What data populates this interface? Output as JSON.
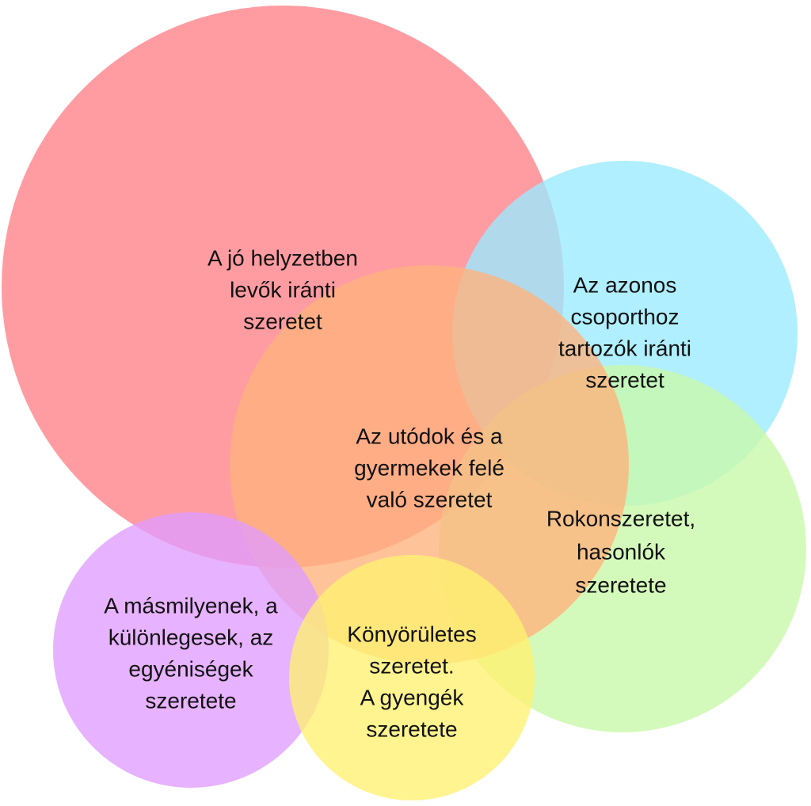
{
  "diagram": {
    "type": "overlapping-circles",
    "circles": [
      {
        "id": "good-situation",
        "color": "#ff8088",
        "lines": [
          "A jó helyzetben",
          "levők iránti",
          "szeretet"
        ]
      },
      {
        "id": "same-group",
        "color": "#9aeaff",
        "lines": [
          "Az azonos",
          "csoporthoz",
          "tartozók iránti",
          "szeretet"
        ]
      },
      {
        "id": "kin",
        "color": "#c8f8a8",
        "lines": [
          "Rokonszeretet,",
          "hasonlók",
          "szeretete"
        ]
      },
      {
        "id": "offspring",
        "color": "#ffb27c",
        "lines": [
          "Az utódok és a",
          "gyermekek felé",
          "való szeretet"
        ]
      },
      {
        "id": "different",
        "color": "#e09cff",
        "lines": [
          "A másmilyenek, a",
          "különlegesek, az",
          "egyéniségek",
          "szeretete"
        ]
      },
      {
        "id": "compassion",
        "color": "#fff170",
        "lines": [
          "Könyörületes",
          "szeretet.",
          "A gyengék",
          "szeretete"
        ]
      }
    ]
  }
}
